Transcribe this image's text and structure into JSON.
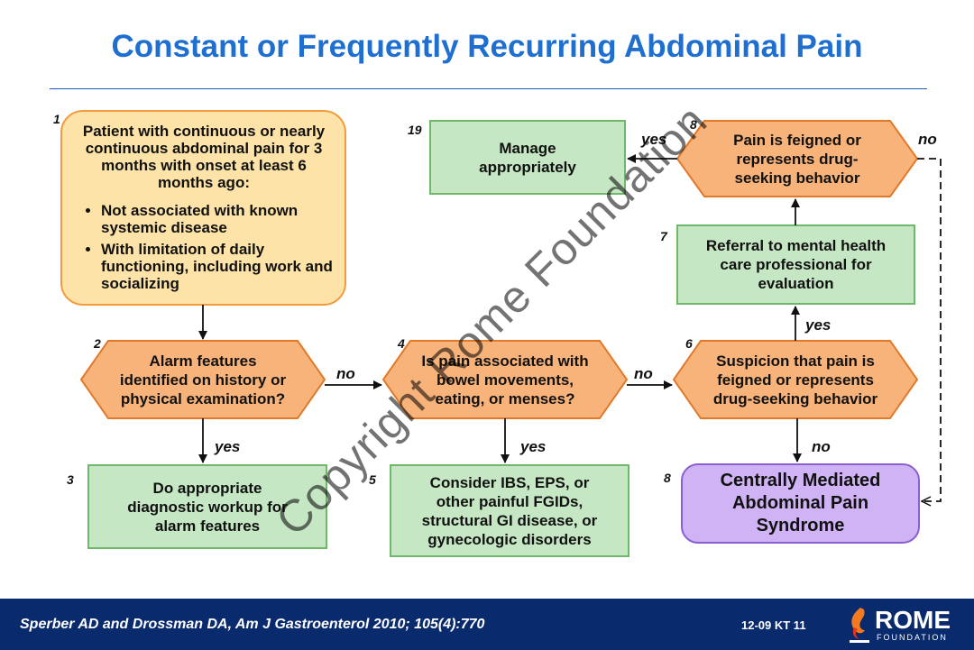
{
  "title": "Constant or Frequently Recurring Abdominal Pain",
  "nodes": {
    "n1": {
      "num": "1",
      "intro": "Patient with continuous or nearly continuous abdominal pain for 3 months with onset at least 6 months ago:",
      "bullets": [
        "Not associated with known systemic disease",
        "With limitation of daily functioning, including work and socializing"
      ]
    },
    "n2": {
      "num": "2",
      "lines": [
        "Alarm features",
        "identified on history or",
        "physical examination?"
      ]
    },
    "n3": {
      "num": "3",
      "lines": [
        "Do appropriate",
        "diagnostic workup for",
        "alarm features"
      ]
    },
    "n4": {
      "num": "4",
      "lines": [
        "Is pain associated with",
        "bowel movements,",
        "eating, or menses?"
      ]
    },
    "n5": {
      "num": "5",
      "lines": [
        "Consider IBS, EPS, or",
        "other painful FGIDs,",
        "structural GI disease, or",
        "gynecologic disorders"
      ]
    },
    "n6": {
      "num": "6",
      "lines": [
        "Suspicion that pain is",
        "feigned or represents",
        "drug-seeking behavior"
      ]
    },
    "n7": {
      "num": "7",
      "lines": [
        "Referral to mental health",
        "care professional for",
        "evaluation"
      ]
    },
    "n8": {
      "num": "8",
      "lines": [
        "Centrally Mediated",
        "Abdominal Pain",
        "Syndrome"
      ]
    },
    "n18": {
      "num": "8",
      "lines": [
        "Pain is feigned or",
        "represents drug-",
        "seeking behavior"
      ]
    },
    "n19": {
      "num": "19",
      "lines": [
        "Manage",
        "appropriately"
      ]
    }
  },
  "edge_labels": {
    "no": "no",
    "yes": "yes"
  },
  "watermark": "Copyright Rome Foundation",
  "footer": {
    "citation": "Sperber AD and Drossman DA, Am J Gastroenterol 2010; 105(4):770",
    "code": "12-09  KT 11",
    "logo_word": "ROME",
    "logo_sub": "FOUNDATION"
  },
  "colors": {
    "title": "#1f6fd0",
    "orange_fill": "#f8b37a",
    "yellow_fill": "#fde3a7",
    "green_fill": "#c5e7c3",
    "purple_fill": "#cfb3f5",
    "footer_bg": "#0a2a6e"
  }
}
